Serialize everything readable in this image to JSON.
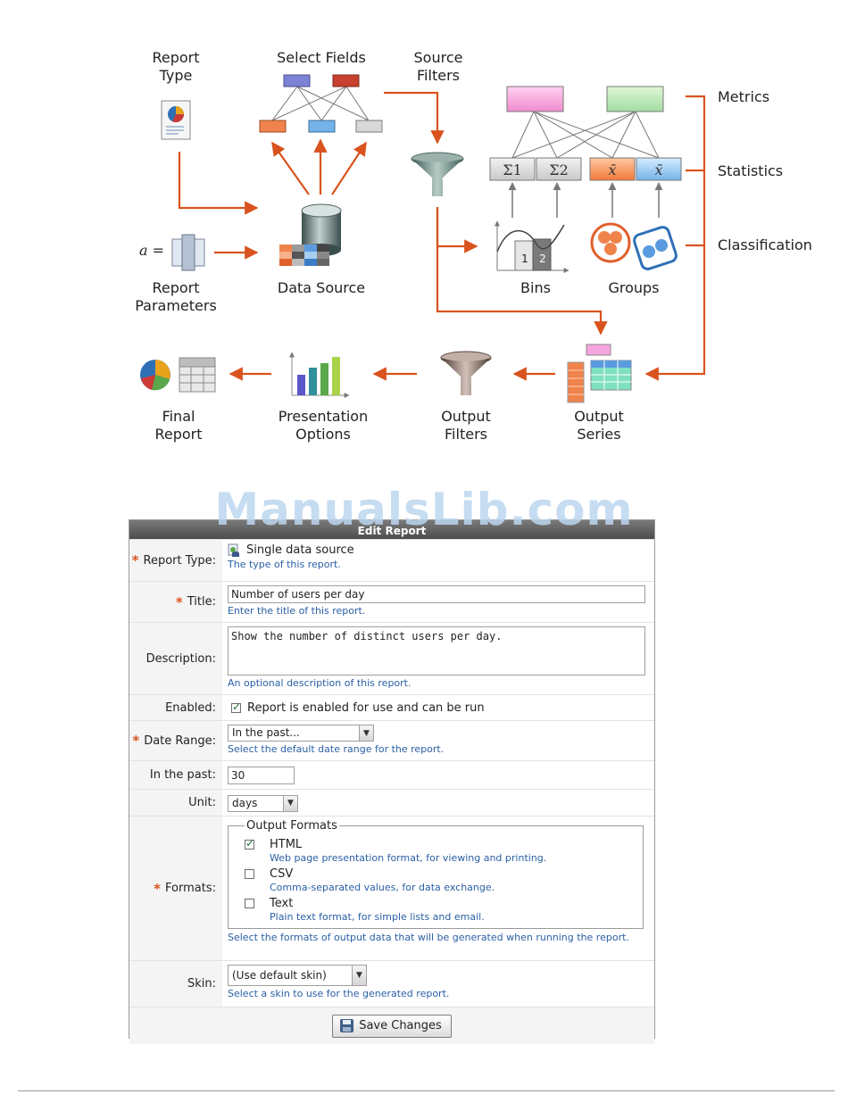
{
  "diagram": {
    "labels": {
      "report_type": [
        "Report",
        "Type"
      ],
      "select_fields": "Select Fields",
      "source_filters": [
        "Source",
        "Filters"
      ],
      "metrics": "Metrics",
      "statistics": "Statistics",
      "classification": "Classification",
      "report_parameters": [
        "Report",
        "Parameters"
      ],
      "data_source": "Data Source",
      "bins": "Bins",
      "groups": "Groups",
      "final_report": [
        "Final",
        "Report"
      ],
      "presentation_options": [
        "Presentation",
        "Options"
      ],
      "output_filters": [
        "Output",
        "Filters"
      ],
      "output_series": [
        "Output",
        "Series"
      ]
    },
    "param_symbol": "a =",
    "sum1": "Σ1",
    "sum2": "Σ2",
    "xbar": "x̄",
    "bin1": "1",
    "bin2": "2",
    "colors": {
      "arrow": "#d9531e",
      "line": "#777777"
    }
  },
  "watermark": "ManualsLib.com",
  "form": {
    "title": "Edit Report",
    "report_type": {
      "label": "Report Type:",
      "value": "Single data source",
      "hint": "The type of this report."
    },
    "title_field": {
      "label": "Title:",
      "value": "Number of users per day",
      "hint": "Enter the title of this report."
    },
    "description": {
      "label": "Description:",
      "value": "Show the number of distinct users per day.",
      "hint": "An optional description of this report."
    },
    "enabled": {
      "label": "Enabled:",
      "text": "Report is enabled for use and can be run",
      "checked": true
    },
    "date_range": {
      "label": "Date Range:",
      "value": "In the past...",
      "hint": "Select the default date range for the report."
    },
    "in_past": {
      "label": "In the past:",
      "value": "30"
    },
    "unit": {
      "label": "Unit:",
      "value": "days"
    },
    "formats": {
      "label": "Formats:",
      "legend": "Output Formats",
      "items": [
        {
          "name": "HTML",
          "desc": "Web page presentation format, for viewing and printing.",
          "checked": true
        },
        {
          "name": "CSV",
          "desc": "Comma-separated values, for data exchange.",
          "checked": false
        },
        {
          "name": "Text",
          "desc": "Plain text format, for simple lists and email.",
          "checked": false
        }
      ],
      "hint": "Select the formats of output data that will be generated when running the report."
    },
    "skin": {
      "label": "Skin:",
      "value": "(Use default skin)",
      "hint": "Select a skin to use for the generated report."
    },
    "save_label": "Save Changes"
  }
}
